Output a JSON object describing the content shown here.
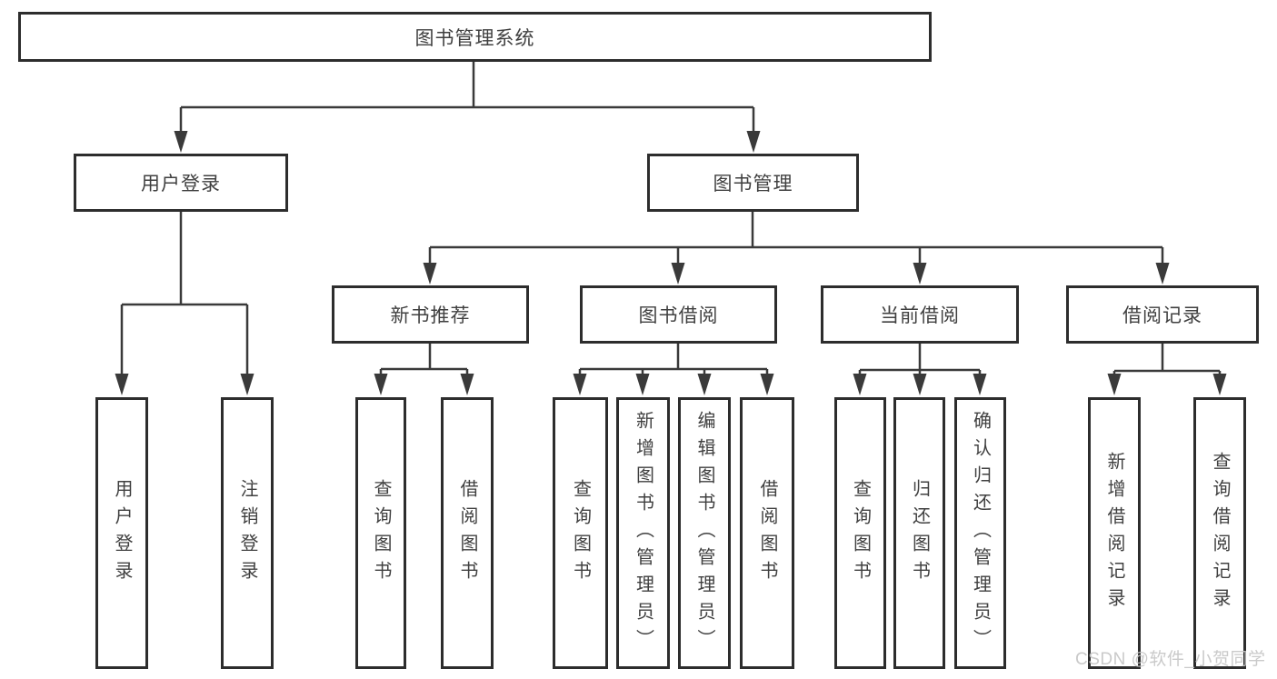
{
  "diagram_title": "图书管理系统",
  "watermark": "CSDN @软件_小贺同学",
  "colors": {
    "line": "#3a3a3a",
    "box_border": "#2d2d2d",
    "box_fill": "#ffffff",
    "text": "#404040",
    "watermark": "#c6c6c6",
    "background": "#ffffff"
  },
  "tree": {
    "root": {
      "label": "图书管理系统",
      "children": [
        {
          "label": "用户登录",
          "children": [
            {
              "label": "用户登录"
            },
            {
              "label": "注销登录"
            }
          ]
        },
        {
          "label": "图书管理",
          "children": [
            {
              "label": "新书推荐",
              "children": [
                {
                  "label": "查询图书"
                },
                {
                  "label": "借阅图书"
                }
              ]
            },
            {
              "label": "图书借阅",
              "children": [
                {
                  "label": "查询图书"
                },
                {
                  "label": "新增图书（管理员）"
                },
                {
                  "label": "编辑图书（管理员）"
                },
                {
                  "label": "借阅图书"
                }
              ]
            },
            {
              "label": "当前借阅",
              "children": [
                {
                  "label": "查询图书"
                },
                {
                  "label": "归还图书"
                },
                {
                  "label": "确认归还（管理员）"
                }
              ]
            },
            {
              "label": "借阅记录",
              "children": [
                {
                  "label": "新增借阅记录"
                },
                {
                  "label": "查询借阅记录"
                }
              ]
            }
          ]
        }
      ]
    }
  }
}
